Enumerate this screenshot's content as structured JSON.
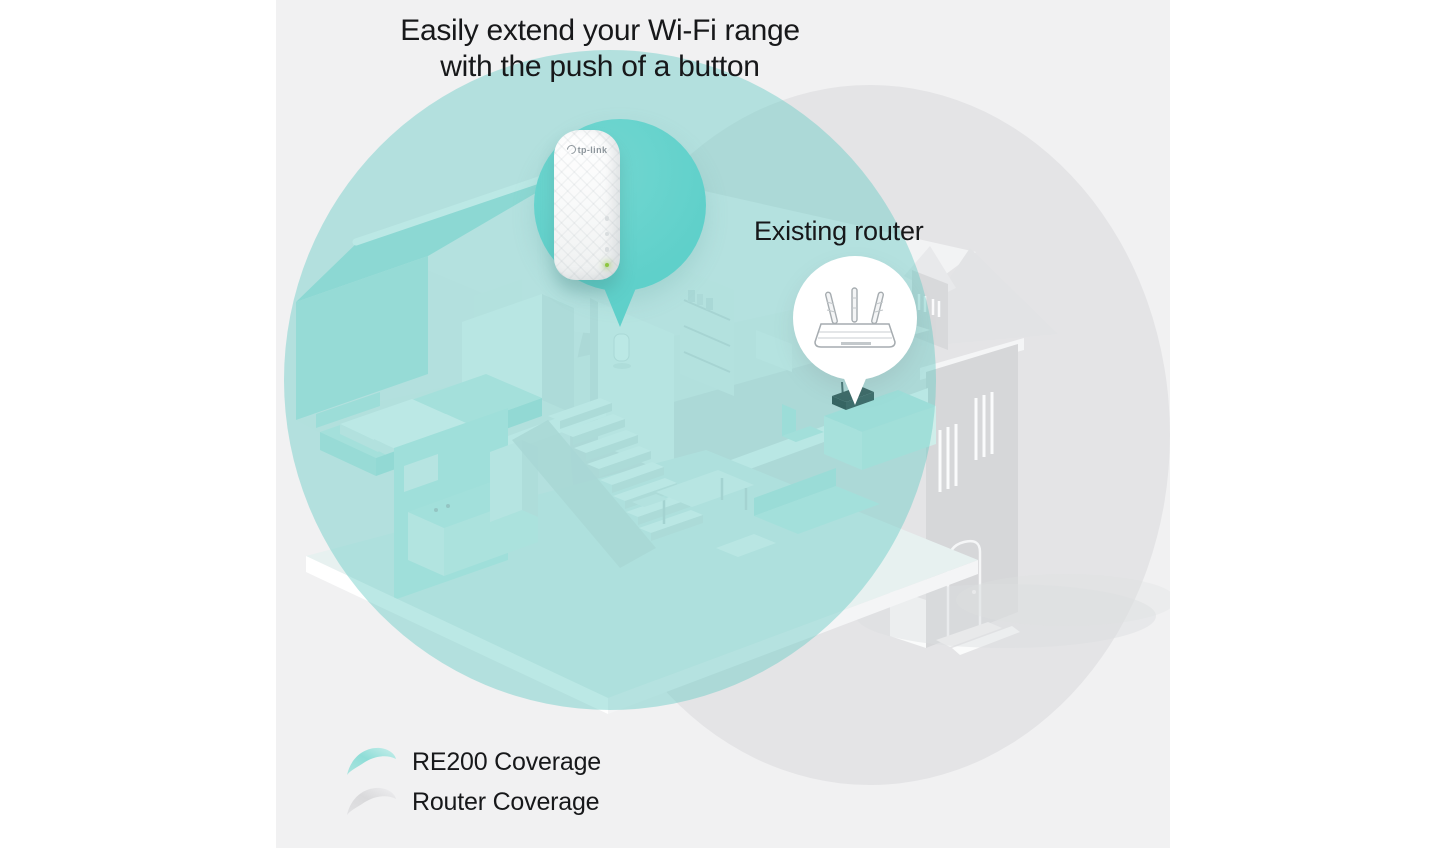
{
  "title": {
    "line1": "Easily extend your Wi-Fi range",
    "line2": "with the push of a button"
  },
  "callouts": {
    "extender": {
      "brand": "tp-link",
      "led_count": 4,
      "led_colors": [
        "#d9dddf",
        "#d9dddf",
        "#d9dddf",
        "#8dc63f"
      ]
    },
    "router": {
      "label": "Existing router",
      "antennas": 3
    }
  },
  "legend": {
    "items": [
      {
        "label": "RE200 Coverage",
        "icon": "teal-swoosh",
        "color": "#8eddd7"
      },
      {
        "label": "Router Coverage",
        "icon": "gray-swoosh",
        "color": "#d9d9db"
      }
    ]
  },
  "colors": {
    "page_background": "#ffffff",
    "canvas_background": "#f1f1f2",
    "re200_coverage_fill": "#68ccc6",
    "router_coverage_fill": "#e4e4e6",
    "callout_circle_teal": "#5fd0ca",
    "led_green": "#8dc63f",
    "text": "#17181a"
  }
}
